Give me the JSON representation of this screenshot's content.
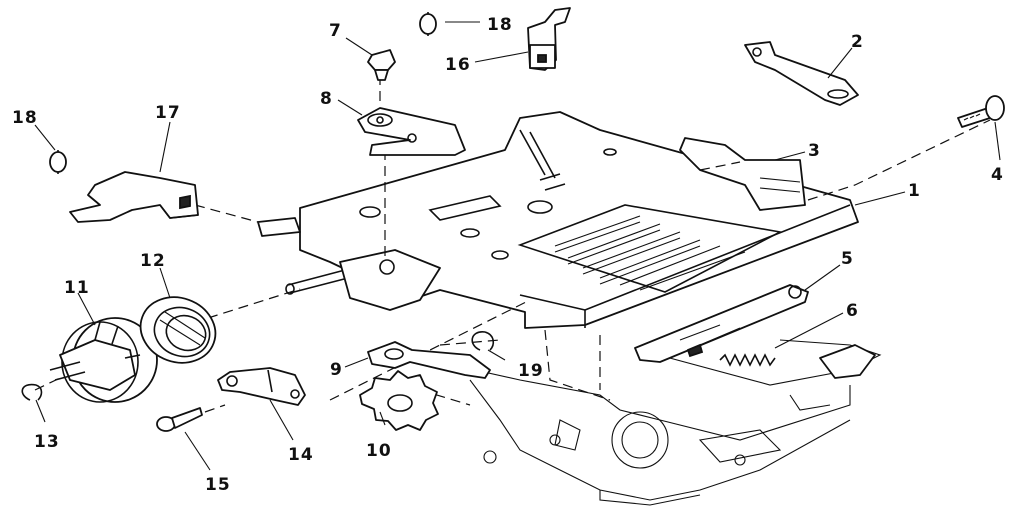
{
  "figure": {
    "callouts": [
      {
        "id": "c1",
        "label": "1"
      },
      {
        "id": "c2",
        "label": "2"
      },
      {
        "id": "c3",
        "label": "3"
      },
      {
        "id": "c4",
        "label": "4"
      },
      {
        "id": "c5",
        "label": "5"
      },
      {
        "id": "c6",
        "label": "6"
      },
      {
        "id": "c7",
        "label": "7"
      },
      {
        "id": "c8",
        "label": "8"
      },
      {
        "id": "c9",
        "label": "9"
      },
      {
        "id": "c10",
        "label": "10"
      },
      {
        "id": "c11",
        "label": "11"
      },
      {
        "id": "c12",
        "label": "12"
      },
      {
        "id": "c13",
        "label": "13"
      },
      {
        "id": "c14",
        "label": "14"
      },
      {
        "id": "c15",
        "label": "15"
      },
      {
        "id": "c16",
        "label": "16"
      },
      {
        "id": "c17",
        "label": "17"
      },
      {
        "id": "c18a",
        "label": "18"
      },
      {
        "id": "c18b",
        "label": "18"
      },
      {
        "id": "c19",
        "label": "19"
      }
    ]
  }
}
